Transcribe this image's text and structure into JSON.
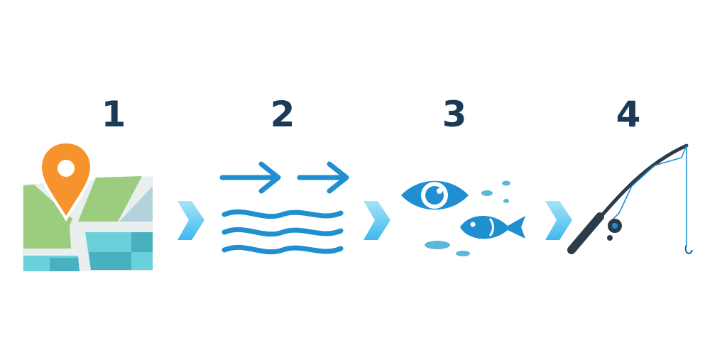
{
  "steps": [
    {
      "number": "1",
      "icon": "map-pin-icon"
    },
    {
      "number": "2",
      "icon": "current-flow-icon"
    },
    {
      "number": "3",
      "icon": "eye-fish-icon"
    },
    {
      "number": "4",
      "icon": "fishing-rod-icon"
    }
  ],
  "separator_icon": "chevron-right-icon",
  "colors": {
    "number": "#1b3a57",
    "pin": "#f7932d",
    "land": "#9ccd7e",
    "water": "#6ad1da",
    "water_dark": "#48b0bf",
    "blue": "#1f8fd0",
    "rod": "#2d3b48",
    "chevron": "#5cc8ef"
  }
}
